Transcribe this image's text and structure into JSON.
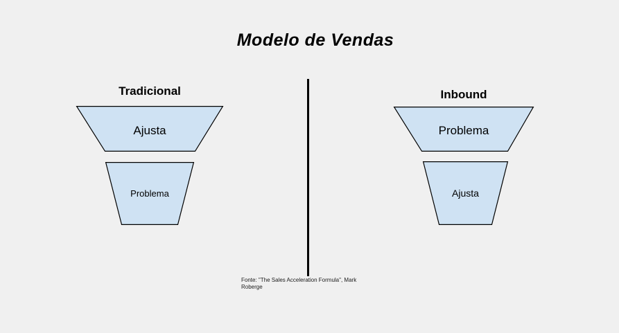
{
  "title": "Modelo de Vendas",
  "funnels": {
    "traditional": {
      "heading": "Tradicional",
      "stages": [
        {
          "label": "Ajusta"
        },
        {
          "label": "Problema"
        }
      ]
    },
    "inbound": {
      "heading": "Inbound",
      "stages": [
        {
          "label": "Problema"
        },
        {
          "label": "Ajusta"
        }
      ]
    }
  },
  "footnote": "Fonte: \"The Sales Acceleration Formula\", Mark Roberge",
  "colors": {
    "background": "#f0f0f0",
    "funnel_fill": "#cfe2f3",
    "funnel_border": "#000000",
    "divider": "#000000",
    "text": "#000000"
  }
}
